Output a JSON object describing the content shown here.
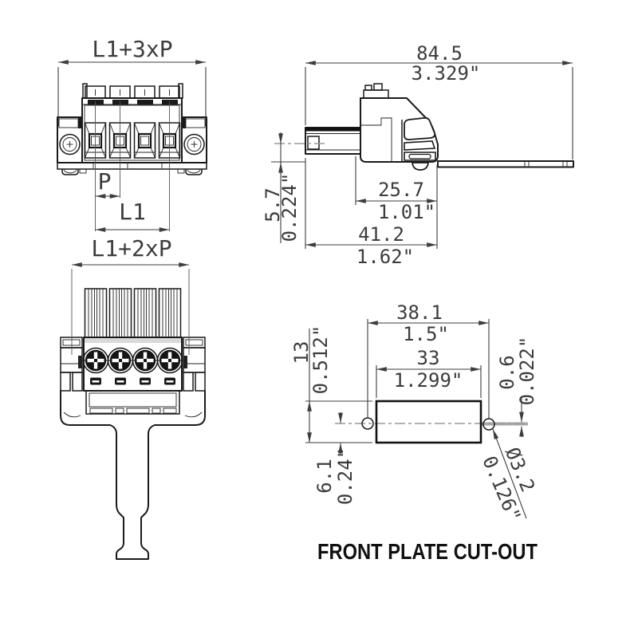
{
  "drawing": {
    "title": "FRONT PLATE CUT-OUT",
    "front_view": {
      "dim_overall": "L1+3xP",
      "dim_pitch": "P",
      "dim_l1": "L1"
    },
    "rear_view": {
      "dim_overall": "L1+2xP"
    },
    "side_view": {
      "dim_length_mm": "84.5",
      "dim_length_in": "3.329\"",
      "dim_height_mm": "5.7",
      "dim_height_in": "0.224\"",
      "dim_body_mm": "25.7",
      "dim_body_in": "1.01\"",
      "dim_depth_mm": "41.2",
      "dim_depth_in": "1.62\""
    },
    "cutout_view": {
      "dim_hole_span_mm": "38.1",
      "dim_hole_span_in": "1.5\"",
      "dim_width_mm": "33",
      "dim_width_in": "1.299\"",
      "dim_height_mm": "13",
      "dim_height_in": "0.512\"",
      "dim_center_mm": "6.1",
      "dim_center_in": "0.24\"",
      "dim_offset_mm": "0.6",
      "dim_offset_in": "0.022\"",
      "dim_hole_dia_mm": "Ø3.2",
      "dim_hole_dia_in": "0.126\""
    }
  }
}
